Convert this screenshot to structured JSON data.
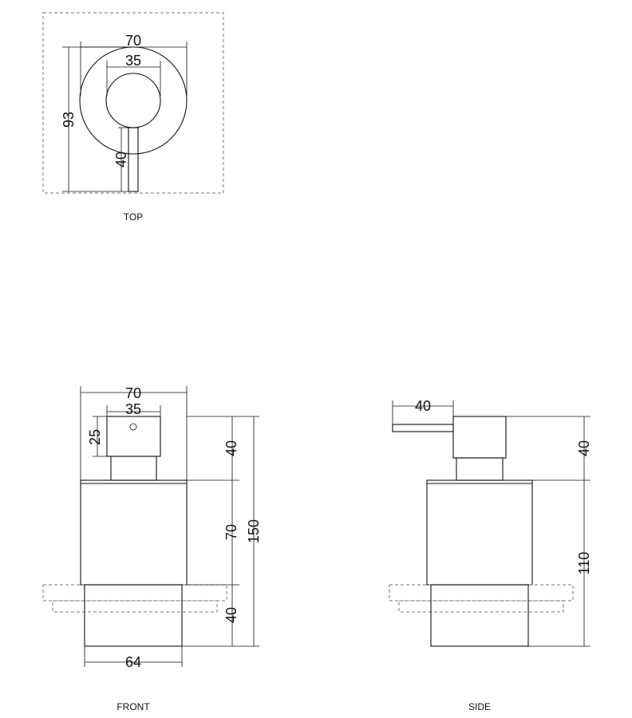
{
  "views": {
    "top": {
      "label": "TOP"
    },
    "front": {
      "label": "FRONT"
    },
    "side": {
      "label": "SIDE"
    }
  },
  "dimensions": {
    "top": {
      "width": "70",
      "inner": "35",
      "height": "93",
      "lever": "40"
    },
    "front": {
      "width": "70",
      "inner": "35",
      "cap": "25",
      "upper": "40",
      "body": "70",
      "lower": "40",
      "total": "150",
      "base": "64"
    },
    "side": {
      "lever": "40",
      "upper": "40",
      "lower": "110"
    }
  }
}
